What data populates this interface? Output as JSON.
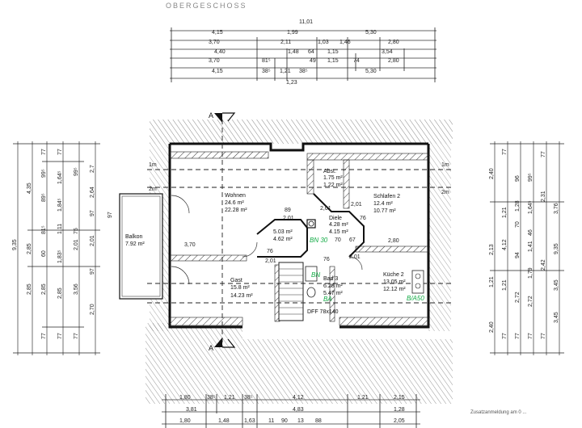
{
  "title": "OBERGESCHOSS",
  "top_dims": {
    "row0": [
      "11,01"
    ],
    "row1": [
      "4,15",
      "1,99",
      "5,30"
    ],
    "row2": [
      "3,70",
      "2,11",
      "1,03",
      "1,46",
      "2,80"
    ],
    "row3": [
      "4,40",
      "1,48",
      "64",
      "1,15",
      "3,54"
    ],
    "row4": [
      "3,70",
      "81⁵",
      "49",
      "1,15",
      "74",
      "2,80"
    ],
    "row5": [
      "4,15",
      "38⁵",
      "1,21",
      "38⁵",
      "5,30"
    ],
    "row6": [
      "1,23"
    ]
  },
  "bottom_dims": {
    "row1": [
      "1,80",
      "38⁵",
      "1,21",
      "38⁵",
      "4,12",
      "1,21",
      "2,15"
    ],
    "row2": [
      "3,81",
      "4,83",
      "1,28"
    ],
    "row3": [
      "1,80",
      "1,48",
      "1,63",
      "11",
      "90",
      "13",
      "88",
      "2,05"
    ]
  },
  "left_dims": {
    "col1": [
      "9,35"
    ],
    "col2": [
      "4,35",
      "2,85",
      "2,85"
    ],
    "col3": [
      "77",
      "99⁵",
      "89⁵",
      "81⁵",
      "60",
      "2,85",
      "77"
    ],
    "col4": [
      "77",
      "1,64⁵",
      "1,84⁵",
      "1,11",
      "1,83⁵",
      "2,85",
      "77"
    ],
    "col5": [
      "99⁵",
      "75",
      "2,01",
      "3,56",
      "77"
    ],
    "col6": [
      "2,7",
      "2,64",
      "97",
      "2,01",
      "97",
      "2,70"
    ]
  },
  "right_dims": {
    "col1": [
      "2,40",
      "2,13",
      "1,21",
      "2,40"
    ],
    "col2": [
      "77",
      "1,21",
      "4,12",
      "1,21",
      "77"
    ],
    "col3": [
      "96",
      "1,28",
      "70",
      "94",
      "2,72",
      "77"
    ],
    "col4": [
      "99⁵",
      "1,64⁵",
      "46",
      "1,41",
      "1,79",
      "2,72",
      "77"
    ],
    "col5": [
      "77",
      "2,31",
      "2,42",
      "77"
    ],
    "col6": [
      "9,35",
      "3,76",
      "3,45",
      "3,45"
    ]
  },
  "rooms": {
    "wohnen": {
      "name": "Wohnen",
      "area1": "24.6 m²",
      "area2": "22.28 m²"
    },
    "abst": {
      "name": "Abst.",
      "area1": "1.75 m²",
      "area2": "1.22 m²"
    },
    "schlafen": {
      "name": "Schlafen 2",
      "area1": "12.4 m²",
      "area2": "10.77 m²"
    },
    "diele": {
      "name": "Diele",
      "area1": "4.28 m²",
      "area2": "4.15 m²"
    },
    "flur": {
      "area1": "5.03 m²",
      "area2": "4.62 m²"
    },
    "balkon": {
      "name": "Balkon",
      "area": "7.92 m²"
    },
    "gast": {
      "name": "Gast",
      "area1": "15.8 m²",
      "area2": "14.23 m²"
    },
    "bad": {
      "name": "Bad 3",
      "area1": "6.28 m²",
      "area2": "5.47 m²"
    },
    "kueche": {
      "name": "Küche 2",
      "area1": "13.05 m²",
      "area2": "12.12 m²"
    }
  },
  "interior_labels": {
    "m1_left": "1m",
    "m2_left": "2m",
    "m1_right": "1m",
    "m2_right": "2m",
    "d89": "89",
    "d201a": "2,01",
    "d370": "3,70",
    "d76a": "76",
    "d201b": "2,01",
    "d280": "2,80",
    "d76b": "76",
    "d70": "70",
    "d67": "67",
    "d201c": "2,01",
    "d201d": "2,01",
    "d76c": "76",
    "d201e": "2,01",
    "bn": "BN 30",
    "bn2": "BN",
    "ba": "BA",
    "dfd": "DFF 78x140",
    "sec_a": "A",
    "sec_a2": "A",
    "k_mark": "B/A50"
  },
  "footer_note": "Zusatzanmeldung am 0 ..."
}
